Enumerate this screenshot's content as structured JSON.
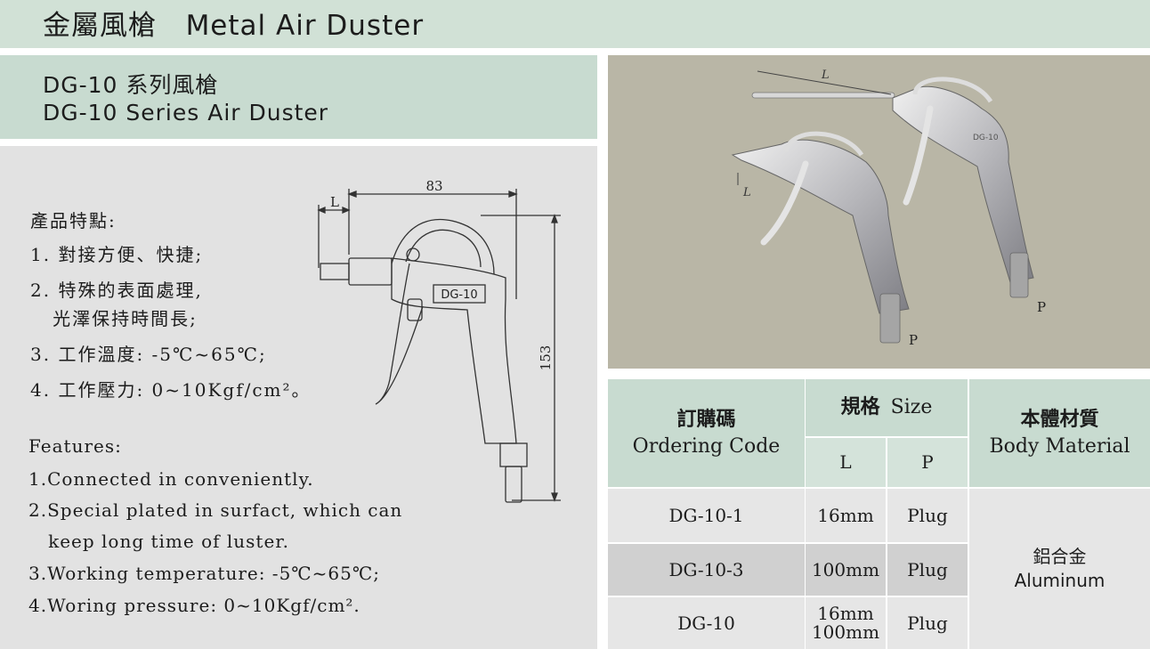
{
  "banner": {
    "title_cn": "金屬風槍",
    "title_en": "Metal Air Duster"
  },
  "series": {
    "title_cn": "DG-10 系列風槍",
    "title_en": "DG-10 Series Air Duster"
  },
  "features_cn": {
    "heading": "產品特點:",
    "items": [
      "1. 對接方便、快捷;",
      "2. 特殊的表面處理,",
      "   光澤保持時間長;",
      "3. 工作溫度: -5℃~65℃;",
      "4. 工作壓力: 0~10Kgf/cm²。"
    ]
  },
  "features_en": {
    "heading": "Features:",
    "items": [
      "1.Connected in conveniently.",
      "2.Special plated in surfact, which can",
      "   keep long time of luster.",
      "3.Working temperature: -5℃~65℃;",
      "4.Woring pressure: 0~10Kgf/cm²."
    ]
  },
  "drawing": {
    "dim_length": "83",
    "dim_height": "153",
    "dim_l": "L",
    "model_label": "DG-10"
  },
  "photo": {
    "label_l": "L",
    "label_p": "P",
    "gun_label": "DG-10"
  },
  "table": {
    "h_code_cn": "訂購碼",
    "h_code_en": "Ordering Code",
    "h_size_cn": "規格",
    "h_size_en": "Size",
    "h_l": "L",
    "h_p": "P",
    "h_mat_cn": "本體材質",
    "h_mat_en": "Body Material",
    "rows": [
      {
        "code": "DG-10-1",
        "l": "16mm",
        "p": "Plug"
      },
      {
        "code": "DG-10-3",
        "l": "100mm",
        "p": "Plug"
      },
      {
        "code": "DG-10",
        "l": "16mm",
        "l2": "100mm",
        "p": "Plug"
      }
    ],
    "material_cn": "鋁合金",
    "material_en": "Aluminum"
  },
  "colors": {
    "banner": "#d1e1d6",
    "panel": "#e2e2e2",
    "photo_bg": "#b9b6a6",
    "row_alt": "#d0d0d0"
  }
}
